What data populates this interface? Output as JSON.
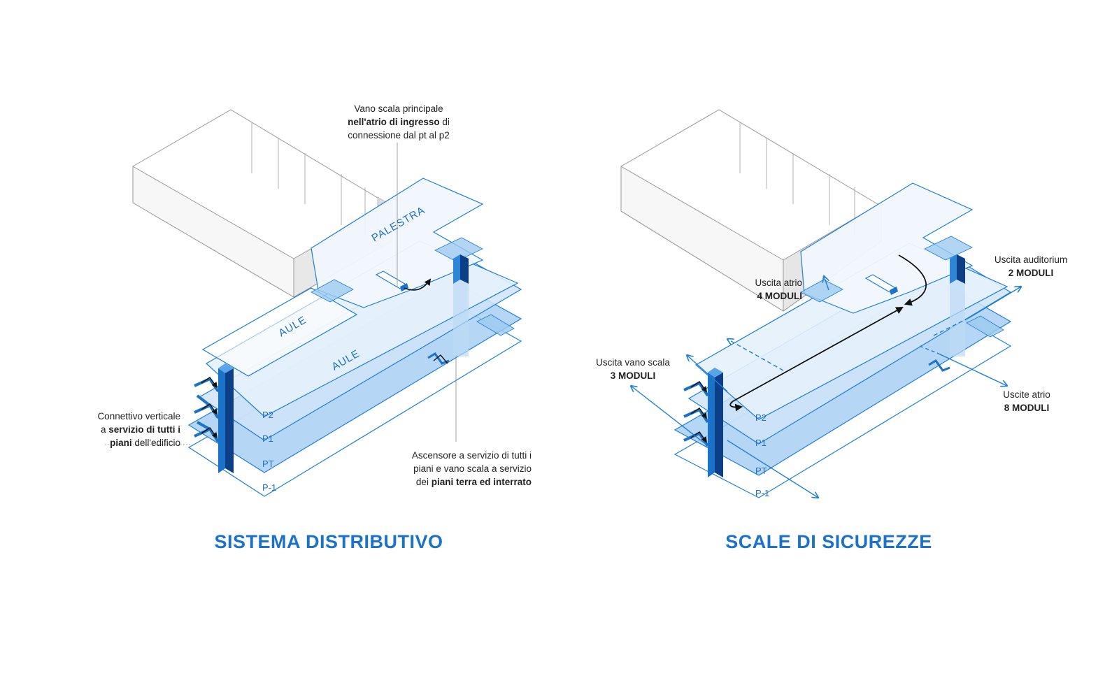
{
  "colors": {
    "accent": "#1a73c8",
    "outline": "#1d7fd6",
    "dark_blue": "#0c3f85",
    "fill_light": "#e3effa",
    "fill_mid": "#b9d7f3",
    "fill_strong": "#8dbfee",
    "building_stroke": "#9a9a9a"
  },
  "left": {
    "title": "SISTEMA DISTRIBUTIVO",
    "rooms": {
      "palestra": "PALESTRA",
      "aule_upper": "AULE",
      "aule_lower": "AULE"
    },
    "floors": [
      "P2",
      "P1",
      "PT",
      "P-1"
    ],
    "annotation_top": {
      "line1": "Vano scala principale",
      "line2_bold": "nell'atrio di ingresso",
      "line2_rest": " di",
      "line3": "connessione dal pt al p2"
    },
    "annotation_left": {
      "line1": "Connettivo verticale",
      "line2_pre": "a ",
      "line2_bold": "servizio di tutti i",
      "line3_bold": "piani",
      "line3_rest": " dell'edificio"
    },
    "annotation_right": {
      "line1": "Ascensore a servizio di tutti i",
      "line2": "piani e vano scala a servizio",
      "line3_pre": "dei ",
      "line3_bold": "piani terra ed interrato"
    }
  },
  "right": {
    "title": "SCALE DI SICUREZZE",
    "floors": [
      "P2",
      "P1",
      "PT",
      "P-1"
    ],
    "exits": [
      {
        "id": "atrio",
        "label": "Uscita atrio",
        "value": "4 MODULI"
      },
      {
        "id": "auditorium",
        "label": "Uscita auditorium",
        "value": "2 MODULI"
      },
      {
        "id": "vano-scala",
        "label": "Uscita vano scala",
        "value": "3 MODULI"
      },
      {
        "id": "uscite-atrio",
        "label": "Uscite atrio",
        "value": "8 MODULI"
      }
    ]
  }
}
